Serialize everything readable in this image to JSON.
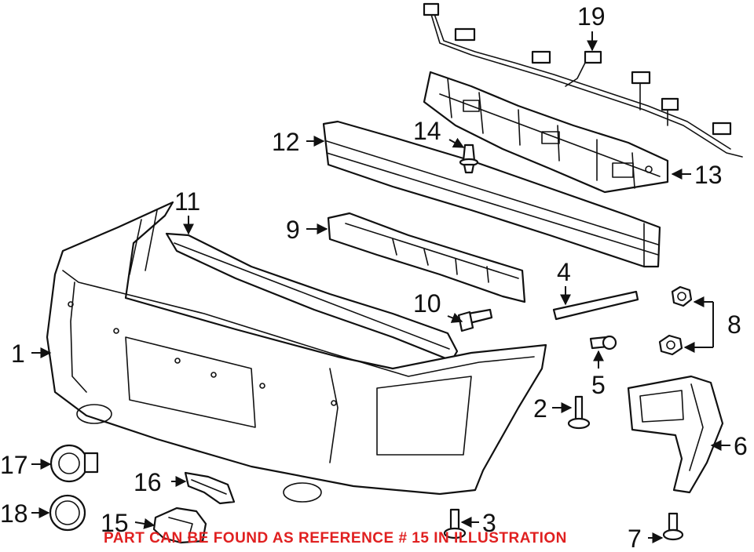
{
  "diagram": {
    "callouts": {
      "c1": "1",
      "c2": "2",
      "c3": "3",
      "c4": "4",
      "c5": "5",
      "c6": "6",
      "c7": "7",
      "c8": "8",
      "c9": "9",
      "c10": "10",
      "c11": "11",
      "c12": "12",
      "c13": "13",
      "c14": "14",
      "c15": "15",
      "c16": "16",
      "c17": "17",
      "c18": "18",
      "c19": "19"
    },
    "caption": "PART CAN BE FOUND AS REFERENCE # 15 IN ILLUSTRATION",
    "colors": {
      "line": "#111111",
      "caption": "#e02020",
      "background": "#ffffff"
    }
  }
}
